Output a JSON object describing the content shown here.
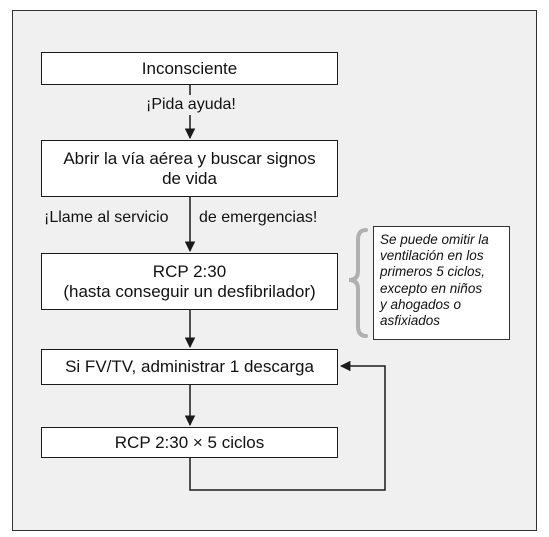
{
  "nodes": {
    "inconsciente": "Inconsciente",
    "abrir_line1": "Abrir la vía aérea y buscar signos",
    "abrir_line2": "de vida",
    "rcp_line1": "RCP 2:30",
    "rcp_line2": "(hasta conseguir un desfibrilador)",
    "descarga": "Si FV/TV, administrar 1 descarga",
    "rcp_ciclos": "RCP 2:30 × 5 ciclos"
  },
  "labels": {
    "pida_ayuda": "¡Pida ayuda!",
    "llame_part1": "¡Llame al servicio",
    "llame_part2": "de emergencias!"
  },
  "note": {
    "lines": [
      "Se puede omitir la",
      "ventilación en los",
      "primeros 5 ciclos,",
      "excepto en niños",
      "y ahogados o",
      "asfixiados"
    ]
  },
  "colors": {
    "frame_background": "#f0f0f0",
    "box_background": "#ffffff",
    "stroke": "#1a1a1a",
    "brace": "#b0b0b0"
  }
}
